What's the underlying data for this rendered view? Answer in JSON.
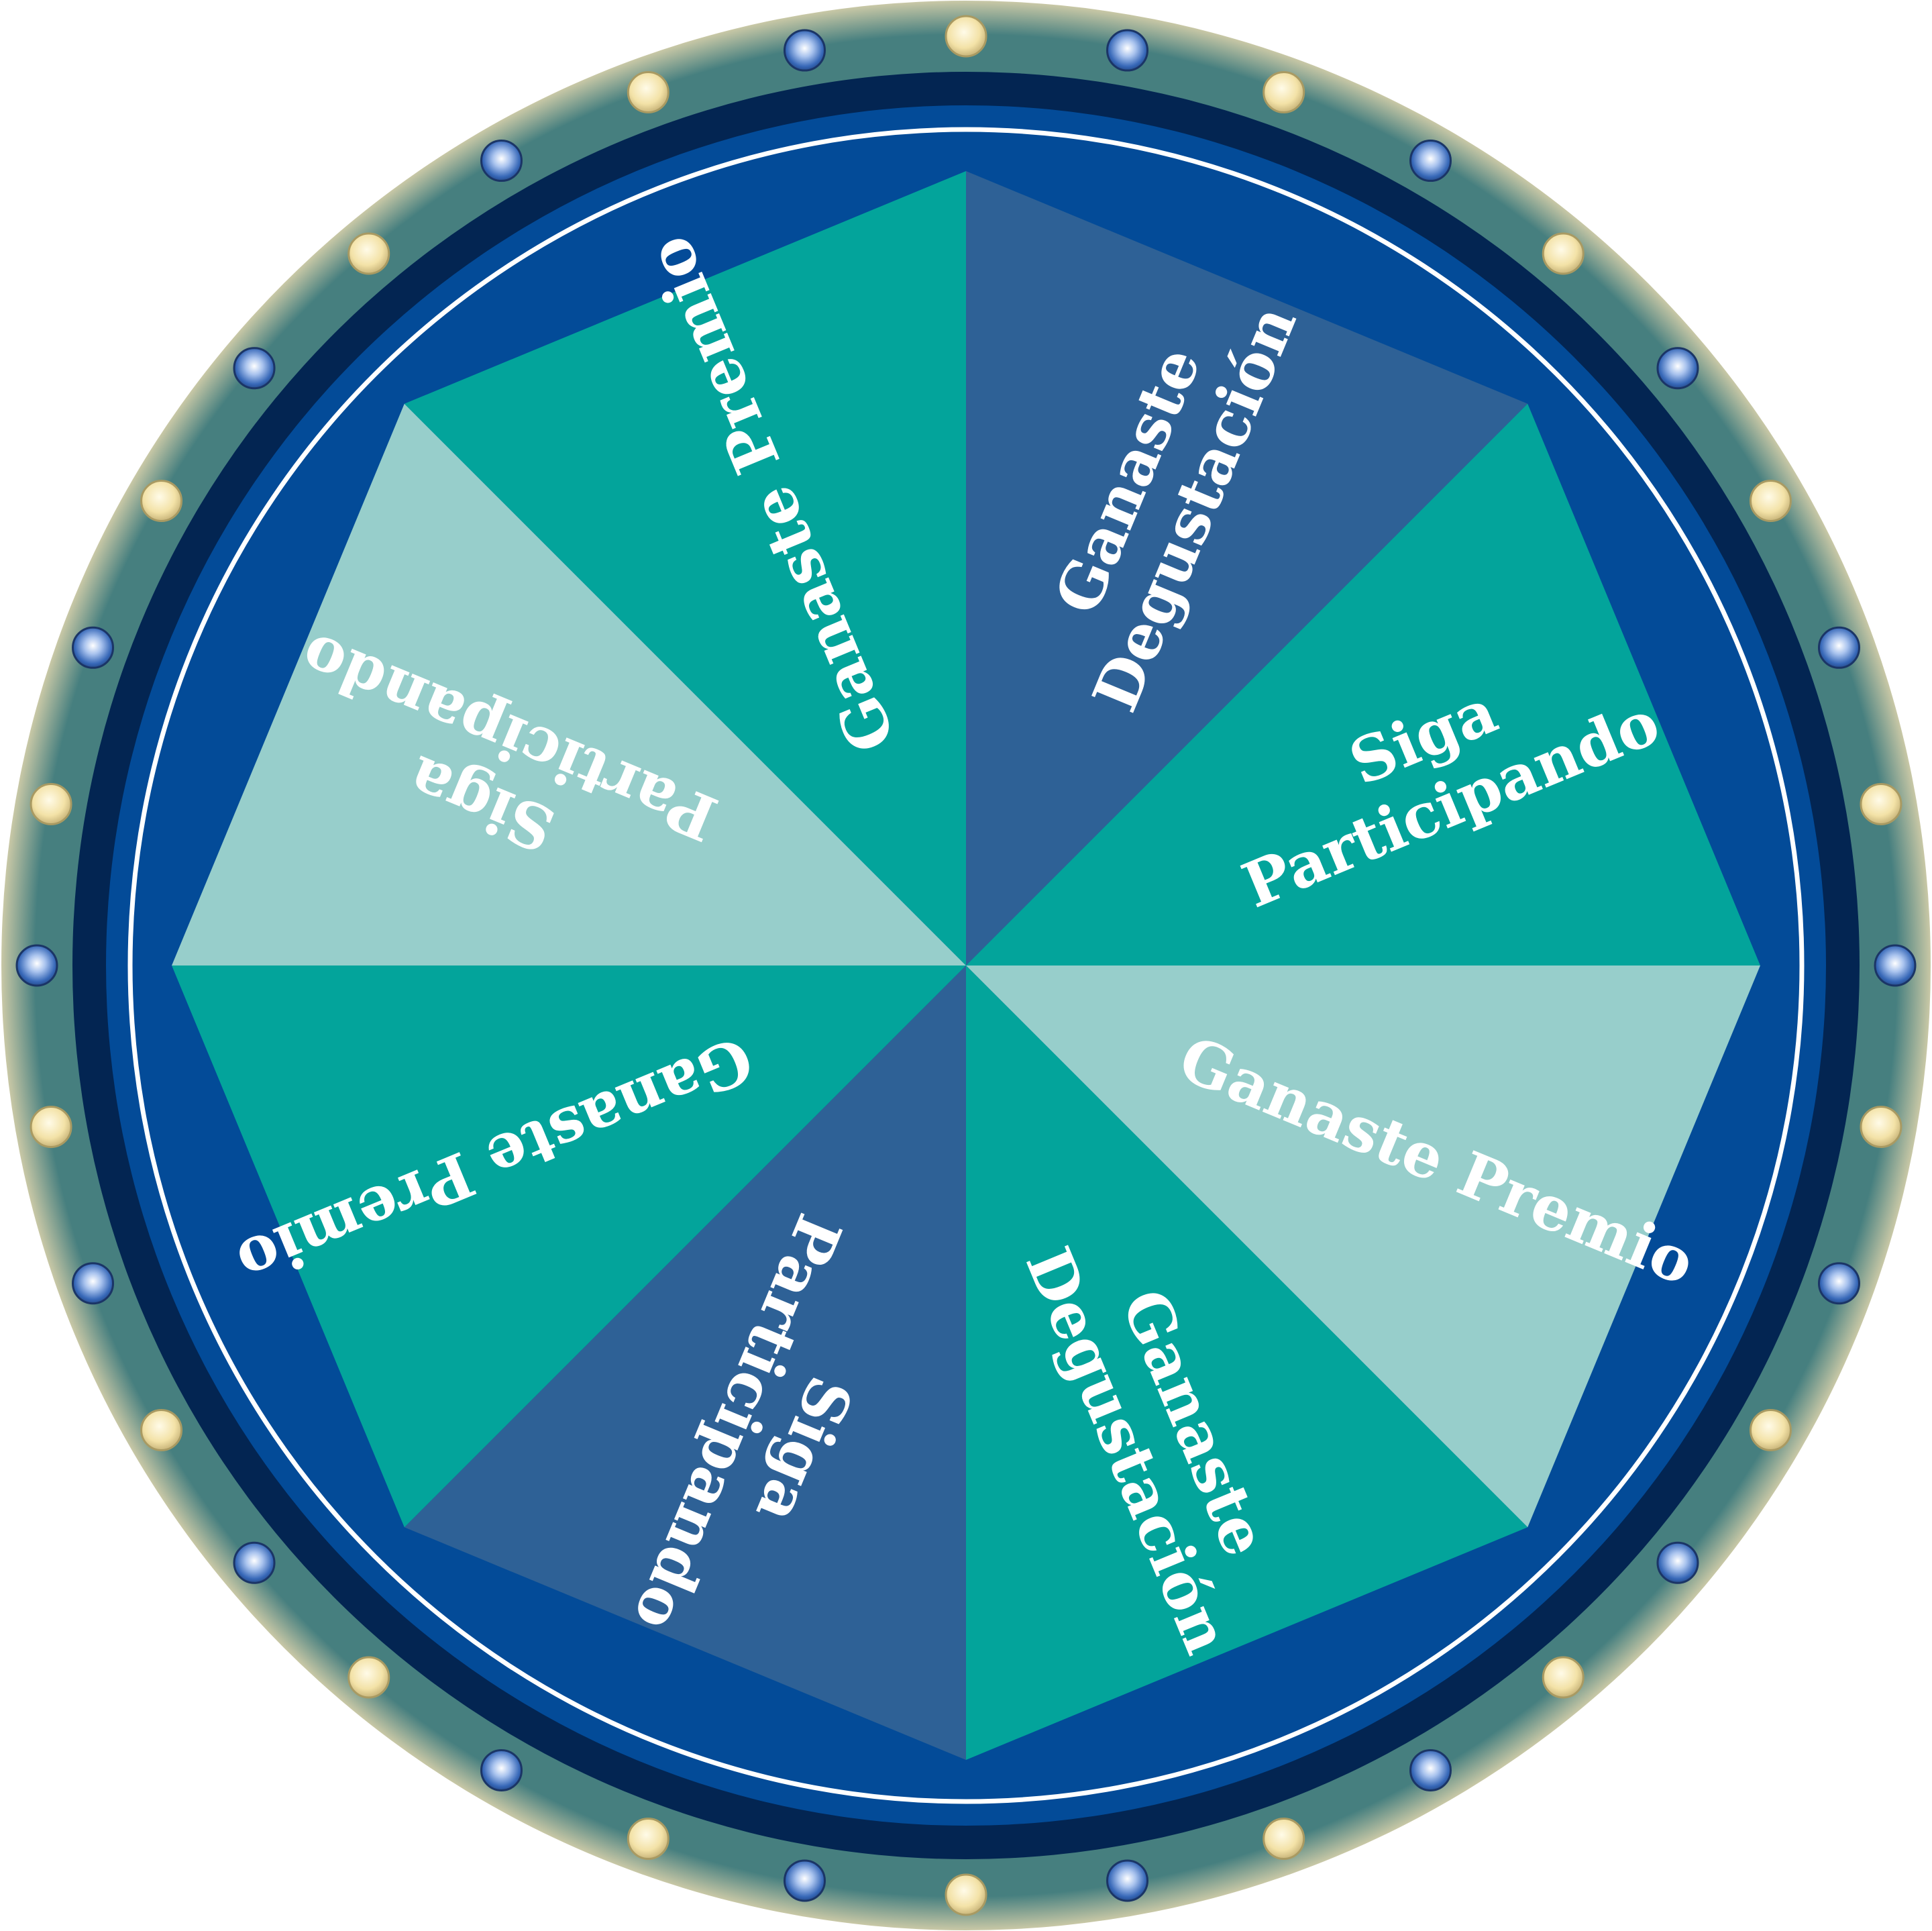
{
  "wheel": {
    "segments": [
      {
        "lines": [
          "Ganaste",
          "Degustación"
        ],
        "color": "#2e6196"
      },
      {
        "lines": [
          "Siga",
          "Participando"
        ],
        "color": "#03a49b"
      },
      {
        "lines": [
          "Ganaste Premio"
        ],
        "color": "#97cecb"
      },
      {
        "lines": [
          "Ganaste",
          "Degustación"
        ],
        "color": "#03a49b"
      },
      {
        "lines": [
          "Siga",
          "Participando"
        ],
        "color": "#2e6196"
      },
      {
        "lines": [
          "Ganaste Premio"
        ],
        "color": "#03a49b"
      },
      {
        "lines": [
          "Siga",
          "Participando"
        ],
        "color": "#97cecb"
      },
      {
        "lines": [
          "Ganaste Premio"
        ],
        "color": "#03a49b"
      }
    ],
    "colors": {
      "outer_ring": "#467f7f",
      "outer_ring_edge": "#c9c8a6",
      "dark_ring": "#032552",
      "blue_ring": "#034b98",
      "white_line": "#ffffff",
      "bulb_warm": "#f3e2a7",
      "bulb_blue": "#3768b8"
    },
    "bulb_count": 36
  }
}
